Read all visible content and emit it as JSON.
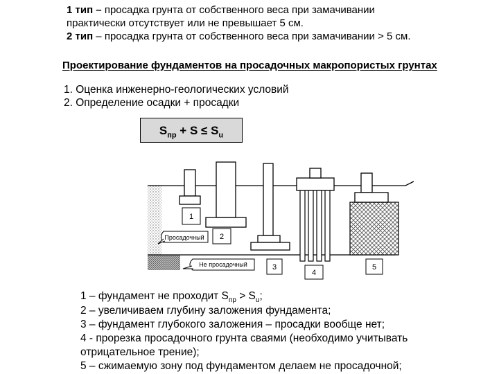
{
  "intro": {
    "line1_bold": "1 тип –",
    "line1_rest": " просадка грунта от собственного веса при замачивании",
    "line2": "практически отсутствует или не превышает 5 см.",
    "line3_bold": "2 тип",
    "line3_rest": " – просадка грунта от собственного веса при замачивании > 5 см."
  },
  "heading": "Проектирование фундаментов на просадочных макропористых грунтах",
  "steps": [
    "1. Оценка инженерно-геологических условий",
    "2. Определение осадки + просадки"
  ],
  "formula": {
    "s1": "S",
    "s1_sub": "пр",
    "mid": " + S ≤ S",
    "s2_sub": "u"
  },
  "diagram": {
    "callout_collapsible": "Просадочный",
    "callout_non_collapsible": "Не просадочный",
    "num1": "1",
    "num2": "2",
    "num3": "3",
    "num4": "4",
    "num5": "5"
  },
  "legend": {
    "l1_a": "1 – фундамент не проходит  S",
    "l1_sub1": "пр",
    "l1_b": " >  S",
    "l1_sub2": "u",
    "l1_c": ";",
    "l2": "2 – увеличиваем глубину заложения фундамента;",
    "l3": "3 – фундамент глубокого заложения – просадки вообще нет;",
    "l4a": "4 - прорезка просадочного грунта сваями (необходимо учитывать",
    "l4b": "отрицательное трение);",
    "l5": "5 – сжимаемую зону под фундаментом делаем не просадочной;"
  }
}
